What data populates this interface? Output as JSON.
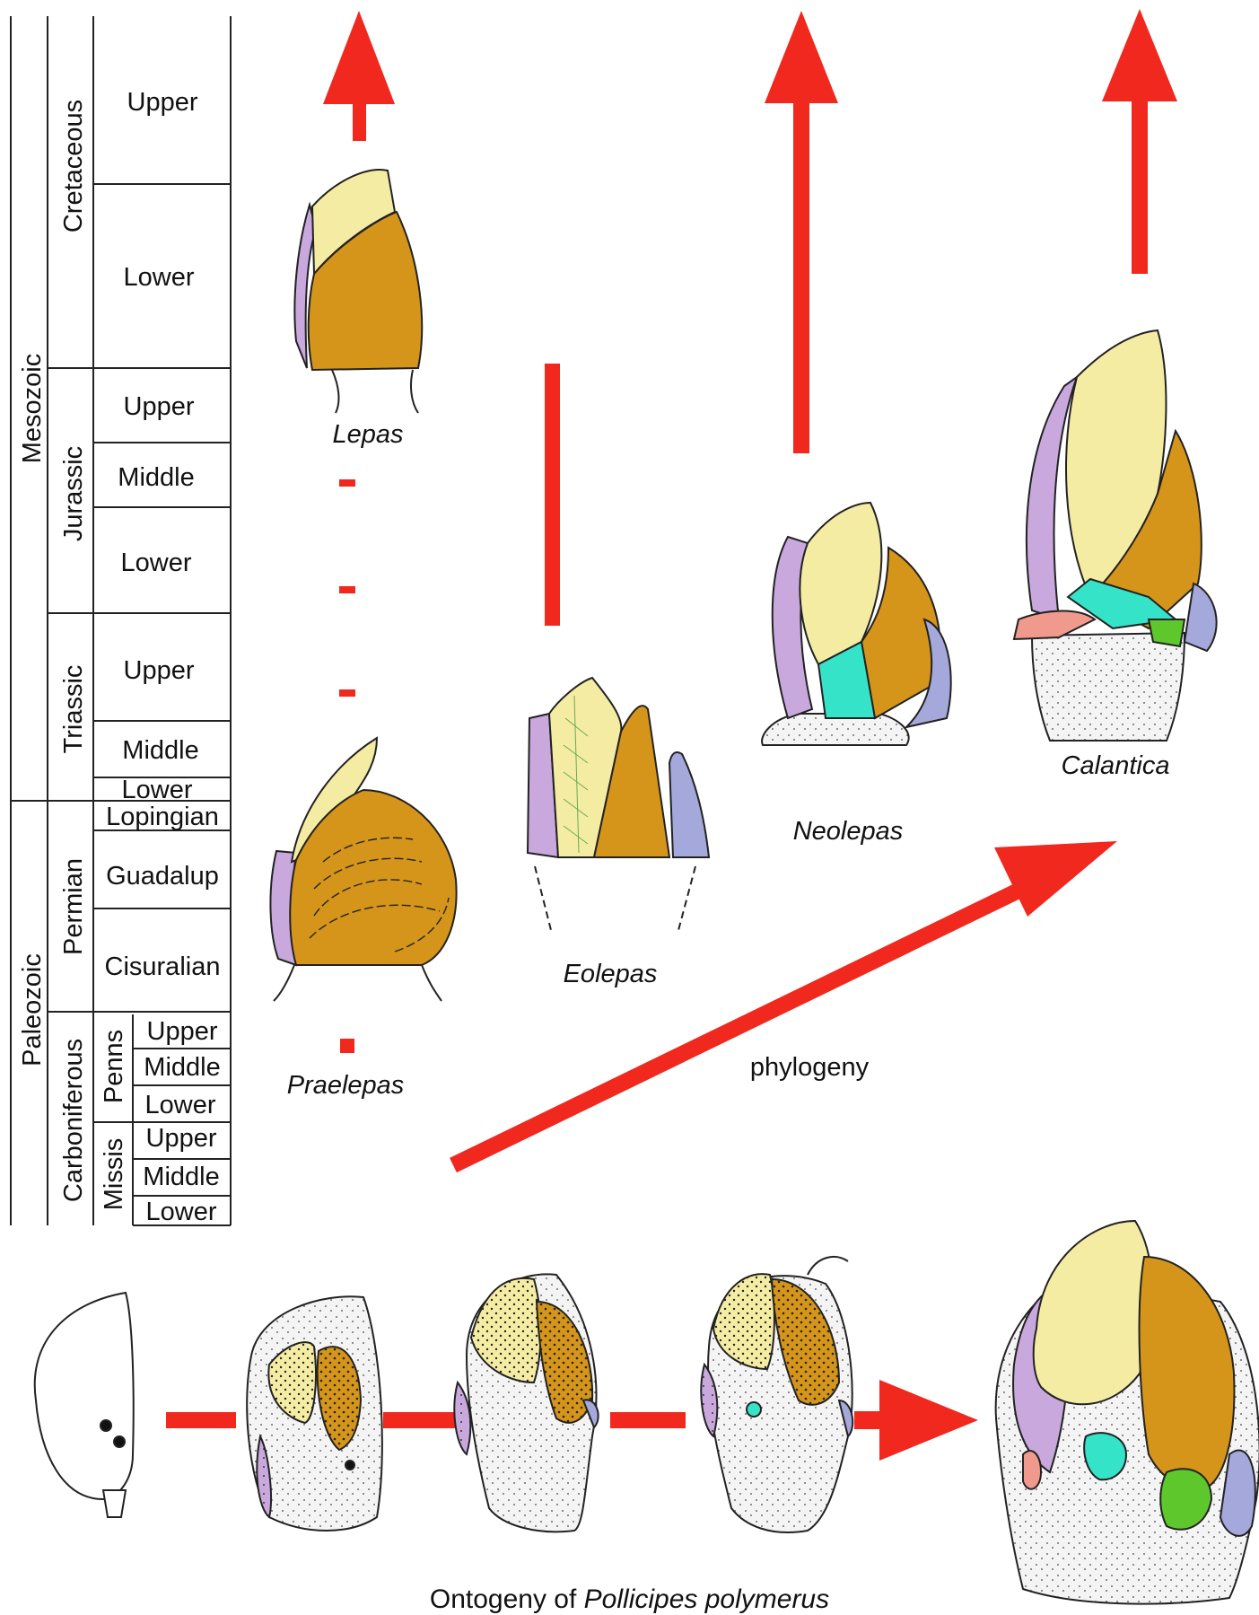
{
  "timescale": {
    "eras": [
      "Mesozoic",
      "Paleozoic"
    ],
    "periods": [
      "Cretaceous",
      "Jurassic",
      "Triassic",
      "Permian",
      "Carboniferous"
    ],
    "subperiods": [
      "Penns",
      "Missis"
    ],
    "epochs": {
      "cretaceous": [
        "Upper",
        "Lower"
      ],
      "jurassic": [
        "Upper",
        "Middle",
        "Lower"
      ],
      "triassic": [
        "Upper",
        "Middle",
        "Lower"
      ],
      "permian": [
        "Lopingian",
        "Guadalup",
        "Cisuralian"
      ],
      "penns": [
        "Upper",
        "Middle",
        "Lower"
      ],
      "missis": [
        "Upper",
        "Middle",
        "Lower"
      ]
    }
  },
  "taxa": {
    "lepas": "Lepas",
    "praelepas": "Praelepas",
    "eolepas": "Eolepas",
    "neolepas": "Neolepas",
    "calantica": "Calantica"
  },
  "phylogeny_label": "phylogeny",
  "caption": {
    "prefix": "Ontogeny of ",
    "species": "Pollicipes polymerus"
  },
  "colors": {
    "arrow": "#f0281e",
    "scutum": "#f5eca4",
    "tergum": "#d4951a",
    "rostrum": "#c9a8dd",
    "carina": "#a4a8da",
    "lateral_cyan": "#35e3c9",
    "lateral_green": "#5ec72c",
    "lateral_pink": "#ef9a8c",
    "stalk": "#ececec"
  }
}
